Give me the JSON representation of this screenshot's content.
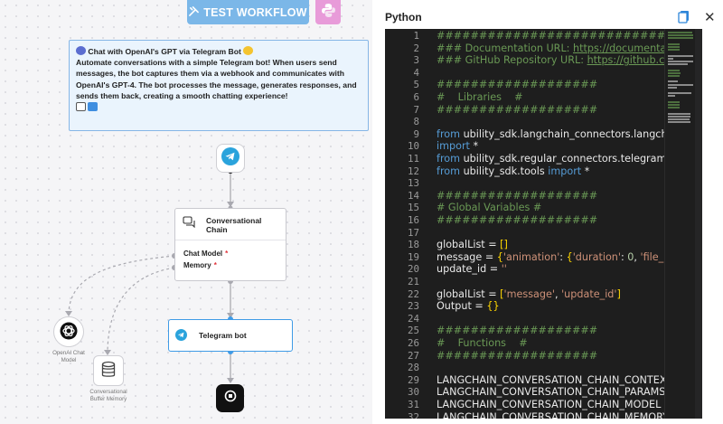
{
  "toolbar": {
    "test_workflow_label": "TEST WORKFLOW",
    "python_icon": "python-icon"
  },
  "note": {
    "title": "Chat with OpenAI's GPT via Telegram Bot",
    "body": "Automate conversations with a simple Telegram bot! When users send messages, the bot captures them via a webhook and communicates with OpenAI's GPT-4. The bot processes the message, generates responses, and sends them back, creating a smooth chatting experience!"
  },
  "nodes": {
    "chain_title": "Conversational Chain",
    "chat_model_label": "Chat Model",
    "memory_label": "Memory",
    "required_mark": "*",
    "telegram_bot_label": "Telegram bot",
    "openai_label": "OpenAI Chat Model",
    "memory_node_label": "Conversational Buffer Memory"
  },
  "panel": {
    "title": "Python",
    "copy_icon": "copy-icon",
    "close_icon": "close-icon"
  },
  "code_lines": [
    {
      "n": "1",
      "parts": [
        [
          "com",
          "######################################"
        ]
      ]
    },
    {
      "n": "2",
      "parts": [
        [
          "com",
          "### Documentation URL: "
        ],
        [
          "link",
          "https://documentation.ubility.io"
        ]
      ]
    },
    {
      "n": "3",
      "parts": [
        [
          "com",
          "### GitHub Repository URL: "
        ],
        [
          "link",
          "https://github.com/ubility"
        ]
      ]
    },
    {
      "n": "4",
      "parts": [
        [
          "com",
          ""
        ]
      ]
    },
    {
      "n": "5",
      "parts": [
        [
          "com",
          "###################"
        ]
      ]
    },
    {
      "n": "6",
      "parts": [
        [
          "com",
          "#    Libraries    #"
        ]
      ]
    },
    {
      "n": "7",
      "parts": [
        [
          "com",
          "###################"
        ]
      ]
    },
    {
      "n": "8",
      "parts": [
        [
          "com",
          ""
        ]
      ]
    },
    {
      "n": "9",
      "parts": [
        [
          "kw",
          "from "
        ],
        [
          "txt",
          "ubility_sdk.langchain_connectors.langchain"
        ]
      ]
    },
    {
      "n": "10",
      "parts": [
        [
          "kw",
          "import "
        ],
        [
          "txt",
          "*"
        ]
      ]
    },
    {
      "n": "11",
      "parts": [
        [
          "kw",
          "from "
        ],
        [
          "txt",
          "ubility_sdk.regular_connectors.telegram"
        ]
      ]
    },
    {
      "n": "12",
      "parts": [
        [
          "kw",
          "from "
        ],
        [
          "txt",
          "ubility_sdk.tools "
        ],
        [
          "kw",
          "import "
        ],
        [
          "txt",
          "*"
        ]
      ]
    },
    {
      "n": "13",
      "parts": [
        [
          "com",
          ""
        ]
      ]
    },
    {
      "n": "14",
      "parts": [
        [
          "com",
          "###################"
        ]
      ]
    },
    {
      "n": "15",
      "parts": [
        [
          "com",
          "# Global Variables #"
        ]
      ]
    },
    {
      "n": "16",
      "parts": [
        [
          "com",
          "###################"
        ]
      ]
    },
    {
      "n": "17",
      "parts": [
        [
          "com",
          ""
        ]
      ]
    },
    {
      "n": "18",
      "parts": [
        [
          "txt",
          "globalList = "
        ],
        [
          "brk",
          "[]"
        ]
      ]
    },
    {
      "n": "19",
      "parts": [
        [
          "txt",
          "message = "
        ],
        [
          "brk",
          "{"
        ],
        [
          "str",
          "'animation'"
        ],
        [
          "txt",
          ": "
        ],
        [
          "brk",
          "{"
        ],
        [
          "str",
          "'duration'"
        ],
        [
          "txt",
          ": "
        ],
        [
          "num",
          "0"
        ],
        [
          "txt",
          ", "
        ],
        [
          "str",
          "'file_id'"
        ]
      ]
    },
    {
      "n": "20",
      "parts": [
        [
          "txt",
          "update_id = "
        ],
        [
          "str",
          "''"
        ]
      ]
    },
    {
      "n": "21",
      "parts": [
        [
          "com",
          ""
        ]
      ]
    },
    {
      "n": "22",
      "parts": [
        [
          "txt",
          "globalList = "
        ],
        [
          "brk",
          "["
        ],
        [
          "str",
          "'message'"
        ],
        [
          "txt",
          ", "
        ],
        [
          "str",
          "'update_id'"
        ],
        [
          "brk",
          "]"
        ]
      ]
    },
    {
      "n": "23",
      "parts": [
        [
          "txt",
          "Output = "
        ],
        [
          "brk",
          "{}"
        ]
      ]
    },
    {
      "n": "24",
      "parts": [
        [
          "com",
          ""
        ]
      ]
    },
    {
      "n": "25",
      "parts": [
        [
          "com",
          "###################"
        ]
      ]
    },
    {
      "n": "26",
      "parts": [
        [
          "com",
          "#    Functions    #"
        ]
      ]
    },
    {
      "n": "27",
      "parts": [
        [
          "com",
          "###################"
        ]
      ]
    },
    {
      "n": "28",
      "parts": [
        [
          "com",
          ""
        ]
      ]
    },
    {
      "n": "29",
      "parts": [
        [
          "txt",
          "LANGCHAIN_CONVERSATION_CHAIN_CONTEXT"
        ]
      ]
    },
    {
      "n": "30",
      "parts": [
        [
          "txt",
          "LANGCHAIN_CONVERSATION_CHAIN_PARAMS"
        ]
      ]
    },
    {
      "n": "31",
      "parts": [
        [
          "txt",
          "LANGCHAIN_CONVERSATION_CHAIN_MODEL"
        ]
      ]
    },
    {
      "n": "32",
      "parts": [
        [
          "txt",
          "LANGCHAIN_CONVERSATION_CHAIN_MEMORY"
        ]
      ]
    }
  ],
  "colors": {
    "accent_blue": "#3f9be6",
    "test_button": "#7bb7e8",
    "python_button": "#e89bd9",
    "editor_bg": "#1e1e1e",
    "comment": "#6a9955",
    "keyword": "#569cd6"
  }
}
